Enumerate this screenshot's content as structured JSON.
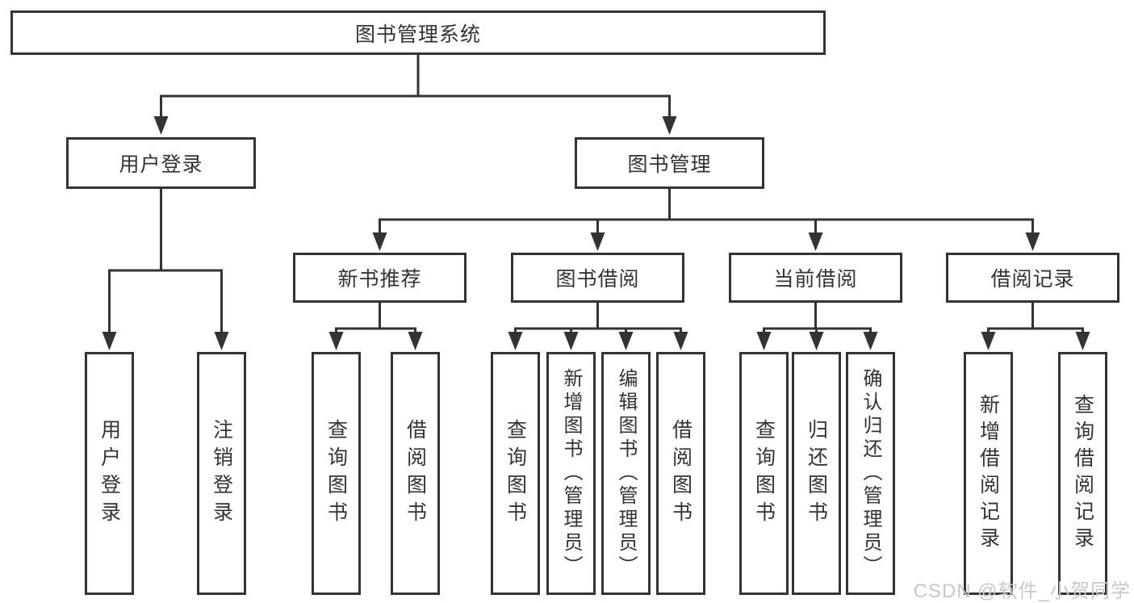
{
  "tree": {
    "label": "图书管理系统",
    "children": [
      {
        "label": "用户登录",
        "children": [
          {
            "label": "用户登录"
          },
          {
            "label": "注销登录"
          }
        ]
      },
      {
        "label": "图书管理",
        "children": [
          {
            "label": "新书推荐",
            "children": [
              {
                "label": "查询图书"
              },
              {
                "label": "借阅图书"
              }
            ]
          },
          {
            "label": "图书借阅",
            "children": [
              {
                "label": "查询图书"
              },
              {
                "label": "新增图书（管理员）"
              },
              {
                "label": "编辑图书（管理员）"
              },
              {
                "label": "借阅图书"
              }
            ]
          },
          {
            "label": "当前借阅",
            "children": [
              {
                "label": "查询图书"
              },
              {
                "label": "归还图书"
              },
              {
                "label": "确认归还（管理员）"
              }
            ]
          },
          {
            "label": "借阅记录",
            "children": [
              {
                "label": "新增借阅记录"
              },
              {
                "label": "查询借阅记录"
              }
            ]
          }
        ]
      }
    ]
  },
  "watermark": {
    "text": "CSDN @软件_小贺同学"
  },
  "colors": {
    "line": "#333333",
    "text": "#333333",
    "background": "#ffffff",
    "watermark_text": "#c8c8c8"
  }
}
